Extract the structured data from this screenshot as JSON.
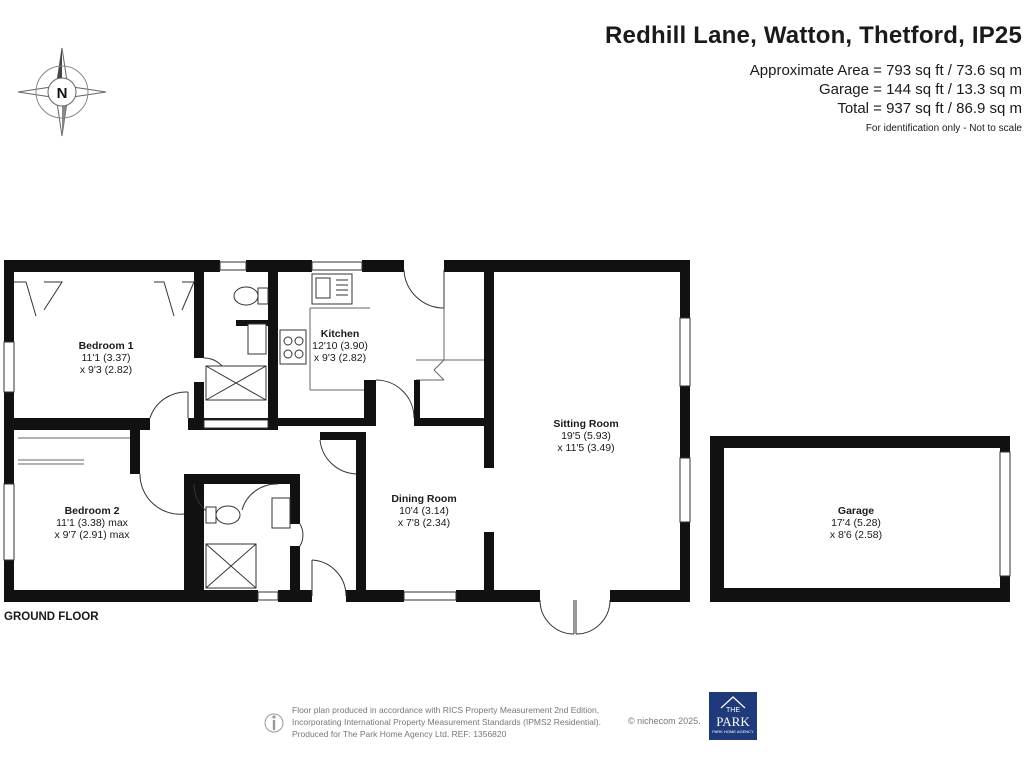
{
  "header": {
    "title": "Redhill Lane, Watton, Thetford, IP25",
    "approx_area": "Approximate Area = 793 sq ft / 73.6 sq m",
    "garage_area": "Garage = 144 sq ft / 13.3 sq m",
    "total_area": "Total = 937 sq ft / 86.9 sq m",
    "note": "For identification only - Not to scale"
  },
  "compass": {
    "label": "N"
  },
  "floor_label": "GROUND FLOOR",
  "rooms": {
    "bedroom1": {
      "name": "Bedroom 1",
      "dim1": "11'1 (3.37)",
      "dim2": "x 9'3 (2.82)"
    },
    "kitchen": {
      "name": "Kitchen",
      "dim1": "12'10 (3.90)",
      "dim2": "x 9'3 (2.82)"
    },
    "sitting": {
      "name": "Sitting Room",
      "dim1": "19'5 (5.93)",
      "dim2": "x 11'5 (3.49)"
    },
    "bedroom2": {
      "name": "Bedroom 2",
      "dim1": "11'1 (3.38) max",
      "dim2": "x 9'7 (2.91) max"
    },
    "dining": {
      "name": "Dining Room",
      "dim1": "10'4 (3.14)",
      "dim2": "x 7'8 (2.34)"
    },
    "garage": {
      "name": "Garage",
      "dim1": "17'4 (5.28)",
      "dim2": "x 8'6 (2.58)"
    }
  },
  "footer": {
    "line1": "Floor plan produced in accordance with RICS Property Measurement 2nd Edition,",
    "line2": "Incorporating International Property Measurement Standards (IPMS2 Residential).",
    "line3": "Produced for The Park Home Agency Ltd.   REF: 1356820",
    "credit": "© nichecom 2025."
  },
  "logo": {
    "top": "THE",
    "main": "PARK",
    "sub": "PARK HOME AGENCY"
  },
  "colors": {
    "wall": "#111111",
    "logo_bg": "#1f3a7a",
    "muted_text": "#777777"
  }
}
